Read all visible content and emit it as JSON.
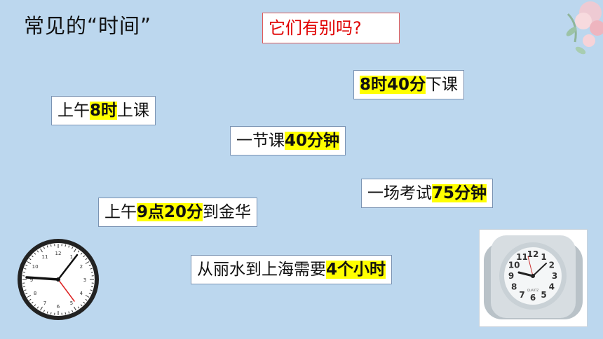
{
  "title": "常见的“时间”",
  "question": "它们有别吗?",
  "boxes": {
    "b1": {
      "pre": "",
      "hl": "8时40分",
      "post": "下课"
    },
    "b2": {
      "pre": "上午",
      "hl": "8时",
      "post": "上课"
    },
    "b3": {
      "pre": "一节课",
      "hl": "40分钟",
      "post": ""
    },
    "b4": {
      "pre": "一场考试",
      "hl": "75分钟",
      "post": ""
    },
    "b5": {
      "pre": "上午",
      "hl": "9点20分",
      "post": "到金华"
    },
    "b6": {
      "pre": "从丽水到上海需要",
      "hl": "4个小时",
      "post": ""
    }
  },
  "clock_photo": {
    "numbers": [
      "12",
      "1",
      "2",
      "3",
      "4",
      "5",
      "6",
      "7",
      "8",
      "9",
      "10",
      "11"
    ],
    "brand": "QUARTZ"
  },
  "colors": {
    "background": "#bcd7ee",
    "highlight": "#ffff00",
    "question_text": "#e00000"
  }
}
